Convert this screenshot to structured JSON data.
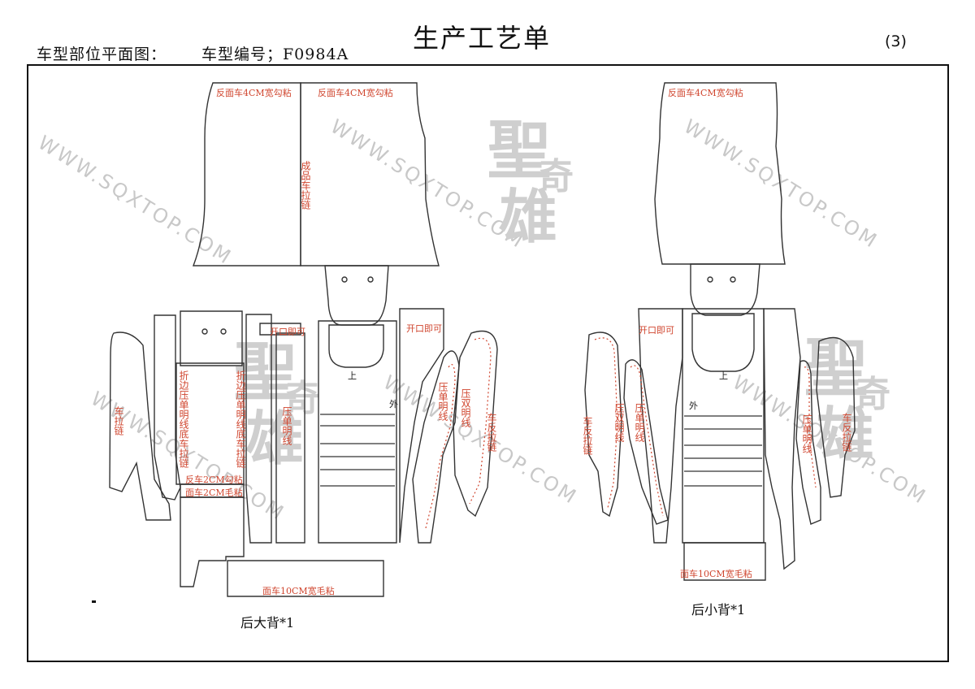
{
  "header": {
    "title": "生产工艺单",
    "subtitle_label": "车型部位平面图：",
    "model_no": "车型编号；F0984A",
    "page_number": "(3)"
  },
  "watermarks": {
    "url": "WWW.SQXTOP.COM",
    "brand_chars": [
      "聖",
      "奇",
      "雄"
    ]
  },
  "left_panel": {
    "caption": "后大背*1",
    "notes": {
      "top_left_glue": "反面车4CM宽勾粘",
      "top_right_glue": "反面车4CM宽勾粘",
      "zipper_finished": "成品车拉链",
      "opening_left": "开口即可",
      "opening_right": "开口即可",
      "fold_left": "折边压单明线底车拉链",
      "fold_right": "折边压单明线底车拉链",
      "reverse_2cm": "反车2CM勾粘",
      "face_2cm": "面车2CM毛粘",
      "side_zip_left": "车拉链",
      "single_line": "压单明线",
      "single_line_inner": "压单明线",
      "double_line": "压双明线",
      "side_zip_right": "车反拉链",
      "face_10cm": "面车10CM宽毛粘",
      "up_mark": "上",
      "out_mark": "外"
    }
  },
  "right_panel": {
    "caption": "后小背*1",
    "notes": {
      "top_glue": "反面车4CM宽勾粘",
      "opening": "开口即可",
      "side_zip_left": "车反拉链",
      "double_line": "压双明线",
      "single_line": "压单明线",
      "single_line_right": "压单明线",
      "side_zip_right": "车反拉链",
      "face_10cm": "面车10CM宽毛粘",
      "up_mark": "上",
      "out_mark": "外"
    }
  }
}
